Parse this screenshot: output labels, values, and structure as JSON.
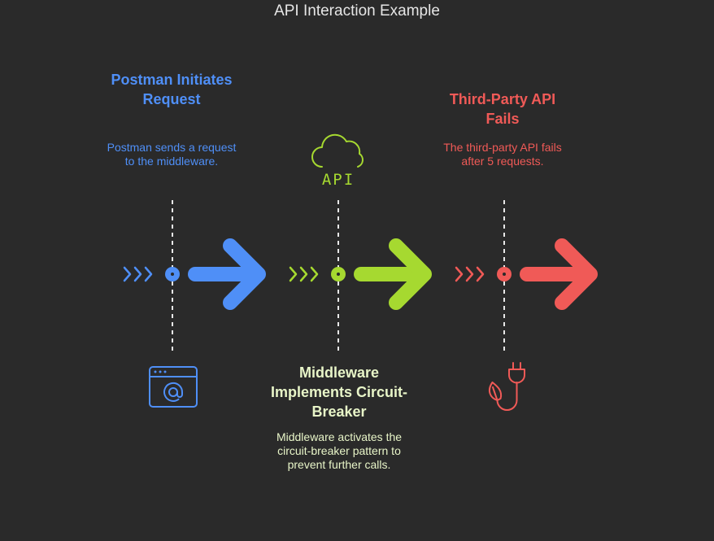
{
  "title": "API Interaction Example",
  "steps": [
    {
      "heading": "Postman Initiates Request",
      "description": "Postman sends a request to the middleware.",
      "icon": "browser-at-icon",
      "color": "#4f8ff7"
    },
    {
      "heading": "Middleware Implements Circuit-Breaker",
      "description": "Middleware activates the circuit-breaker pattern to prevent further calls.",
      "icon": "cloud-api-icon",
      "icon_text": "API",
      "color": "#a6d930"
    },
    {
      "heading": "Third-Party API Fails",
      "description": "The third-party API fails after 5 requests.",
      "icon": "plug-leaf-icon",
      "color": "#f05a57"
    }
  ]
}
